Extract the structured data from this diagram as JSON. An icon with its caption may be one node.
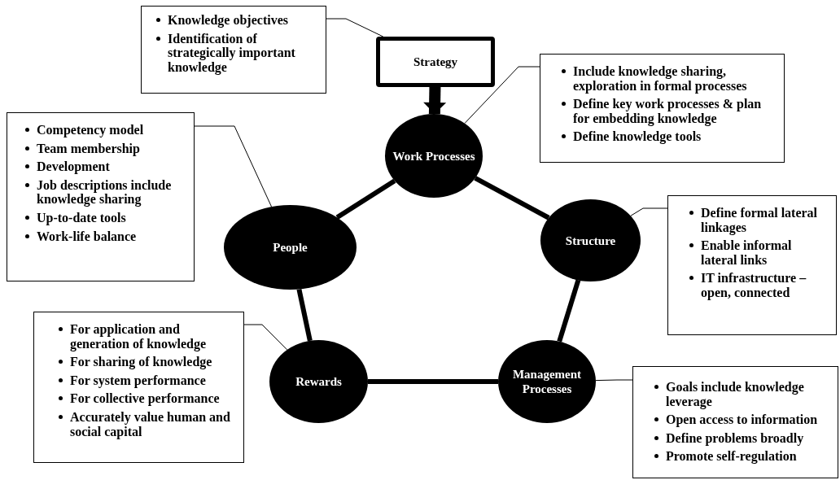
{
  "diagram": {
    "nodes": [
      {
        "text": [
          "Knowledge objectives",
          "Identification of strategically important knowledge"
        ]
      },
      {
        "text": [
          "Strategy"
        ]
      },
      {
        "text": [
          "Include knowledge sharing, exploration in formal processes",
          "Define key work processes & plan for embedding knowledge",
          "Define knowledge tools"
        ]
      },
      {
        "text": [
          "Competency model",
          "Team membership",
          "Development",
          "Job descriptions include knowledge sharing",
          "Up-to-date tools",
          "Work-life balance"
        ]
      },
      {
        "text": [
          "Work Processes"
        ]
      },
      {
        "text": [
          "Define formal lateral linkages",
          "Enable informal lateral links",
          "IT infrastructure – open, connected"
        ]
      },
      {
        "text": [
          "People"
        ]
      },
      {
        "text": [
          "Structure"
        ]
      },
      {
        "text": [
          "For application and generation of knowledge",
          "For sharing of knowledge",
          "For system performance",
          "For collective performance",
          "Accurately value human and social capital"
        ]
      },
      {
        "text": [
          "Rewards"
        ]
      },
      {
        "text": [
          "Management Processes"
        ]
      },
      {
        "text": [
          "Goals include knowledge leverage",
          "Open access to information",
          "Define problems broadly",
          "Promote self-regulation"
        ]
      }
    ],
    "edges": [
      {
        "from": 0,
        "to": 1,
        "arrow": "none"
      },
      {
        "from": 1,
        "to": 4,
        "arrow": "to",
        "style": "thick"
      },
      {
        "from": 2,
        "to": 4,
        "arrow": "none"
      },
      {
        "from": 3,
        "to": 6,
        "arrow": "none"
      },
      {
        "from": 5,
        "to": 7,
        "arrow": "none"
      },
      {
        "from": 8,
        "to": 9,
        "arrow": "none"
      },
      {
        "from": 11,
        "to": 10,
        "arrow": "none"
      },
      {
        "from": 4,
        "to": 7,
        "arrow": "none",
        "style": "thick"
      },
      {
        "from": 7,
        "to": 10,
        "arrow": "none",
        "style": "thick"
      },
      {
        "from": 10,
        "to": 9,
        "arrow": "none",
        "style": "thick"
      },
      {
        "from": 9,
        "to": 6,
        "arrow": "none",
        "style": "thick"
      },
      {
        "from": 6,
        "to": 4,
        "arrow": "none",
        "style": "thick"
      }
    ]
  }
}
